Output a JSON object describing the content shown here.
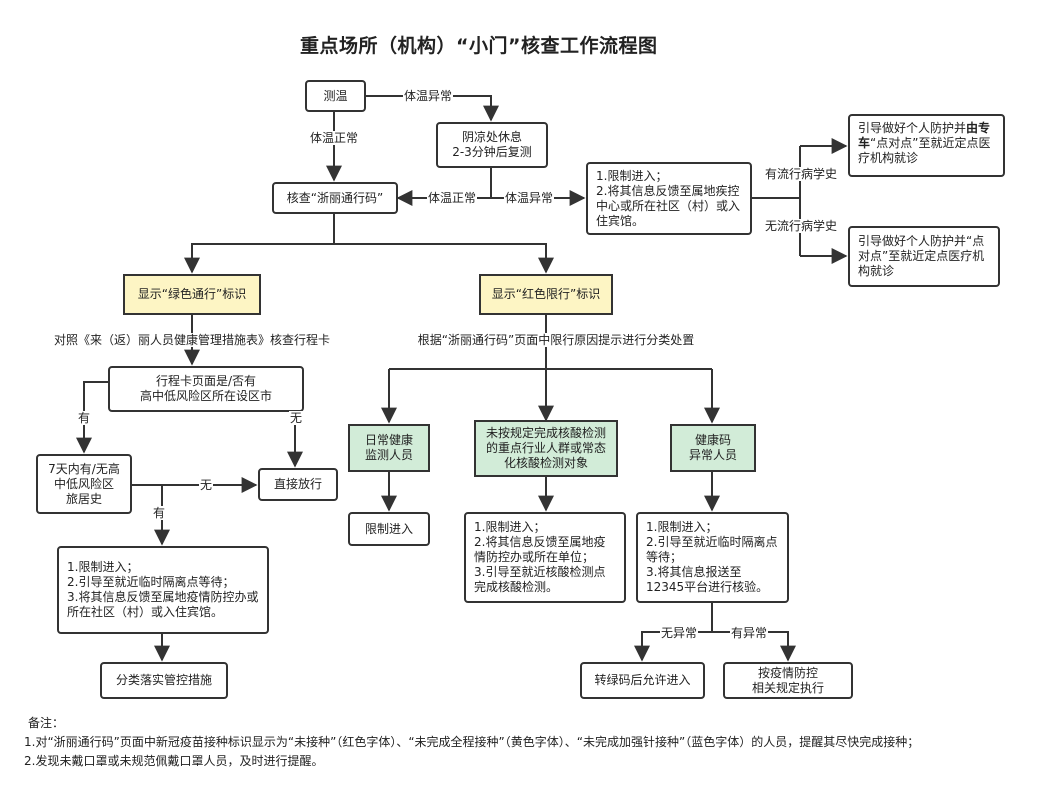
{
  "title": "重点场所（机构）“小门”核查工作流程图",
  "nodes": {
    "temp": "测温",
    "rest": "阴凉处休息\n2-3分钟后复测",
    "check_code": "核查“浙丽通行码”",
    "restrict_report": "1.限制进入；\n2.将其信息反馈至属地疾控中心或所在社区（村）或入住宾馆。",
    "guide_car_pre": "引导做好个人防护并",
    "guide_car_bold": "由专车",
    "guide_car_post": "“点对点”至就近定点医疗机构就诊",
    "guide_self": "引导做好个人防护并“点对点”至就近定点医疗机构就诊",
    "green_code": "显示“绿色通行”标识",
    "red_code": "显示“红色限行”标识",
    "trip_card": "行程卡页面是/否有\n高中低风险区所在设区市",
    "history": "7天内有/无高\n中低风险区\n旅居史",
    "release": "直接放行",
    "restrict_guide": "1.限制进入；\n2.引导至就近临时隔离点等待；\n3.将其信息反馈至属地疫情防控办或所在社区（村）或入住宾馆。",
    "classified": "分类落实管控措施",
    "daily": "日常健康\n监测人员",
    "daily_restrict": "限制进入",
    "nucleic": "未按规定完成核酸检测的重点行业人群或常态化核酸检测对象",
    "nucleic_steps": "1.限制进入；\n2.将其信息反馈至属地疫情防控办或所在单位；\n3.引导至就近核酸检测点完成核酸检测。",
    "abnormal": "健康码\n异常人员",
    "abnormal_steps": "1.限制进入；\n2.引导至就近临时隔离点等待；\n3.将其信息报送至12345平台进行核验。",
    "to_green": "转绿码后允许进入",
    "per_rules": "按疫情防控\n相关规定执行"
  },
  "edge_labels": {
    "temp_abnormal_1": "体温异常",
    "temp_normal_1": "体温正常",
    "temp_normal_2": "体温正常",
    "temp_abnormal_2": "体温异常",
    "has_epi": "有流行病学史",
    "no_epi": "无流行病学史",
    "green_note": "对照《来（返）丽人员健康管理措施表》核查行程卡",
    "red_note": "根据“浙丽通行码”页面中限行原因提示进行分类处置",
    "yes_1": "有",
    "no_1": "无",
    "no_2": "无",
    "yes_2": "有",
    "no_abnormal": "无异常",
    "has_abnormal": "有异常"
  },
  "notes": {
    "heading": "备注：",
    "line1": "1.对“浙丽通行码”页面中新冠疫苗接种标识显示为“未接种”（红色字体）、“未完成全程接种”（黄色字体）、“未完成加强针接种”（蓝色字体）的人员，提醒其尽快完成接种；",
    "line2": "2.发现未戴口罩或未规范佩戴口罩人员，及时进行提醒。"
  },
  "colors": {
    "yellow_fill": "#fdf5c4",
    "green_fill": "#d2ecd8",
    "line": "#333333"
  }
}
